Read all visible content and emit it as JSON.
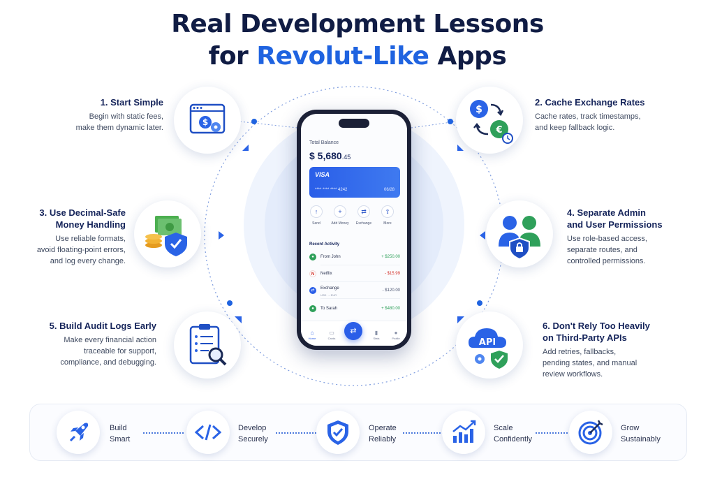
{
  "title": {
    "line1": "Real Development Lessons",
    "line2_prefix": "for ",
    "line2_highlight": "Revolut-Like",
    "line2_suffix": " Apps"
  },
  "lessons": [
    {
      "title_lines": [
        "1.  Start Simple"
      ],
      "desc_lines": [
        "Begin with static fees,",
        "make them dynamic later."
      ],
      "icon": "browser-dollar-gear-icon"
    },
    {
      "title_lines": [
        "2. Cache Exchange Rates"
      ],
      "desc_lines": [
        "Cache rates, track timestamps,",
        "and keep fallback logic."
      ],
      "icon": "currency-exchange-icon"
    },
    {
      "title_lines": [
        "3. Use Decimal-Safe",
        "Money Handling"
      ],
      "desc_lines": [
        "Use reliable formats,",
        "avoid floating-point errors,",
        "and log every change."
      ],
      "icon": "money-shield-icon"
    },
    {
      "title_lines": [
        "4.  Separate Admin",
        "and User Permissions"
      ],
      "desc_lines": [
        "Use role-based access,",
        "separate routes, and",
        "controlled permissions."
      ],
      "icon": "users-lock-icon"
    },
    {
      "title_lines": [
        "5.  Build Audit Logs Early"
      ],
      "desc_lines": [
        "Make every financial action",
        "traceable for support,",
        "compliance, and debugging."
      ],
      "icon": "clipboard-search-icon"
    },
    {
      "title_lines": [
        "6.  Don't Rely Too Heavily",
        "on Third-Party APIs"
      ],
      "desc_lines": [
        "Add retries, fallbacks,",
        "pending states, and manual",
        "review workflows."
      ],
      "icon": "cloud-api-icon"
    }
  ],
  "phone": {
    "balance_label": "Total Balance",
    "balance_main": "$ 5,680",
    "balance_cents": ".45",
    "card": {
      "brand": "VISA",
      "number": "**** **** **** 4242",
      "expiry": "06/28"
    },
    "actions": [
      {
        "label": "Send",
        "icon": "arrow-up-icon",
        "glyph": "↑"
      },
      {
        "label": "Add Money",
        "icon": "plus-icon",
        "glyph": "+"
      },
      {
        "label": "Exchange",
        "icon": "exchange-icon",
        "glyph": "⇄"
      },
      {
        "label": "More",
        "icon": "more-icon",
        "glyph": "⇪"
      }
    ],
    "recent_title": "Recent Activity",
    "transactions": [
      {
        "name": "From John",
        "sub": "",
        "amount": "+ $250.00",
        "positive": true,
        "icon_color": "#2fa05a",
        "glyph": "●"
      },
      {
        "name": "Netflix",
        "sub": "",
        "amount": "- $15.99",
        "positive": false,
        "icon_color": "#d22f27",
        "glyph": "N"
      },
      {
        "name": "Exchange",
        "sub": "USD → EUR",
        "amount": "- $120.00",
        "positive": false,
        "icon_color": "#2a5ee8",
        "glyph": "⇄"
      },
      {
        "name": "To Sarah",
        "sub": "",
        "amount": "+ $480.00",
        "positive": true,
        "icon_color": "#2fa05a",
        "glyph": "●"
      }
    ],
    "nav": [
      {
        "label": "Home",
        "icon": "home-icon",
        "glyph": "⌂"
      },
      {
        "label": "Cards",
        "icon": "card-icon",
        "glyph": "▭"
      },
      {
        "label": "Stats",
        "icon": "stats-icon",
        "glyph": "▮"
      },
      {
        "label": "Profile",
        "icon": "profile-icon",
        "glyph": "●"
      }
    ],
    "center_button_glyph": "⇄"
  },
  "footer": [
    {
      "lines": [
        "Build",
        "Smart"
      ],
      "icon": "rocket-icon"
    },
    {
      "lines": [
        "Develop",
        "Securely"
      ],
      "icon": "code-icon"
    },
    {
      "lines": [
        "Operate",
        "Reliably"
      ],
      "icon": "shield-check-icon"
    },
    {
      "lines": [
        "Scale",
        "Confidently"
      ],
      "icon": "growth-chart-icon"
    },
    {
      "lines": [
        "Grow",
        "Sustainably"
      ],
      "icon": "target-icon"
    }
  ],
  "colors": {
    "primary": "#1f63e0",
    "navy": "#101c44",
    "green": "#2fa05a",
    "red": "#d22f27"
  }
}
